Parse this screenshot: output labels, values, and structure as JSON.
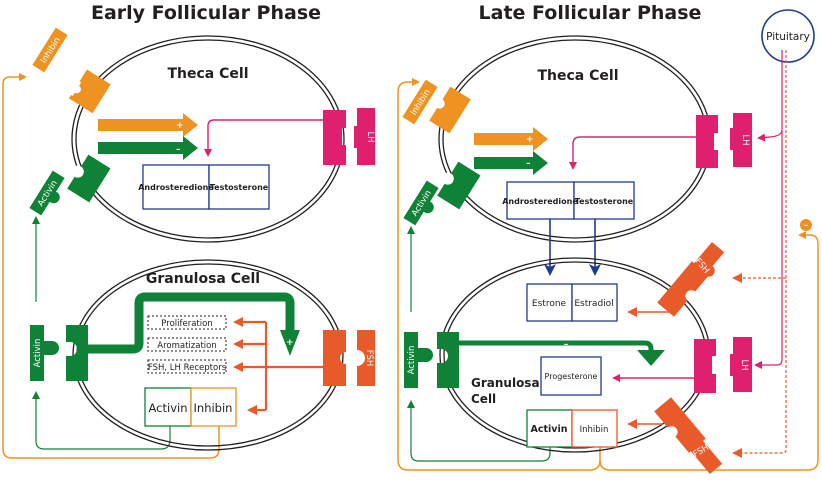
{
  "colors": {
    "inhibin": "#ee9322",
    "activin": "#108238",
    "lh": "#e0206f",
    "fsh": "#e95a2b",
    "steroid_box": "#1f3b8f",
    "membrane": "#231f20"
  },
  "early_phase": {
    "title": "Early Follicular Phase",
    "theca_cell": {
      "title": "Theca Cell",
      "steroid_boxes": [
        "Androsteredione",
        "Testosterone"
      ],
      "inhibin_arrow_sign": "+",
      "activin_arrow_sign": "–",
      "receptors": {
        "inhibin": "Inhibin",
        "activin": "Activin",
        "lh": "LH"
      }
    },
    "granulosa_cell": {
      "title": "Granulosa Cell",
      "effects": [
        "Proliferation",
        "Aromatization",
        "FSH, LH Receptors"
      ],
      "activin_arrow_sign": "+",
      "products": [
        "Activin",
        "Inhibin"
      ],
      "receptors": {
        "activin": "Activin",
        "fsh": "FSH"
      }
    }
  },
  "late_phase": {
    "title": "Late Follicular Phase",
    "pituitary_label": "Pituitary",
    "feedback_sign": "–",
    "theca_cell": {
      "title": "Theca Cell",
      "steroid_boxes": [
        "Androsteredione",
        "Testosterone"
      ],
      "inhibin_arrow_sign": "+",
      "activin_arrow_sign": "–",
      "receptors": {
        "inhibin": "Inhibin",
        "activin": "Activin",
        "lh": "LH"
      }
    },
    "granulosa_cell": {
      "title_line1": "Granulosa",
      "title_line2": "Cell",
      "estrogen_boxes": [
        "Estrone",
        "Estradiol"
      ],
      "progesterone_box": "Progesterone",
      "activin_arrow_sign": "–",
      "products": [
        "Activin",
        "Inhibin"
      ],
      "receptors": {
        "activin": "Activin",
        "fsh_top": "FSH",
        "lh": "LH",
        "fsh_bottom": "FSH"
      }
    }
  }
}
